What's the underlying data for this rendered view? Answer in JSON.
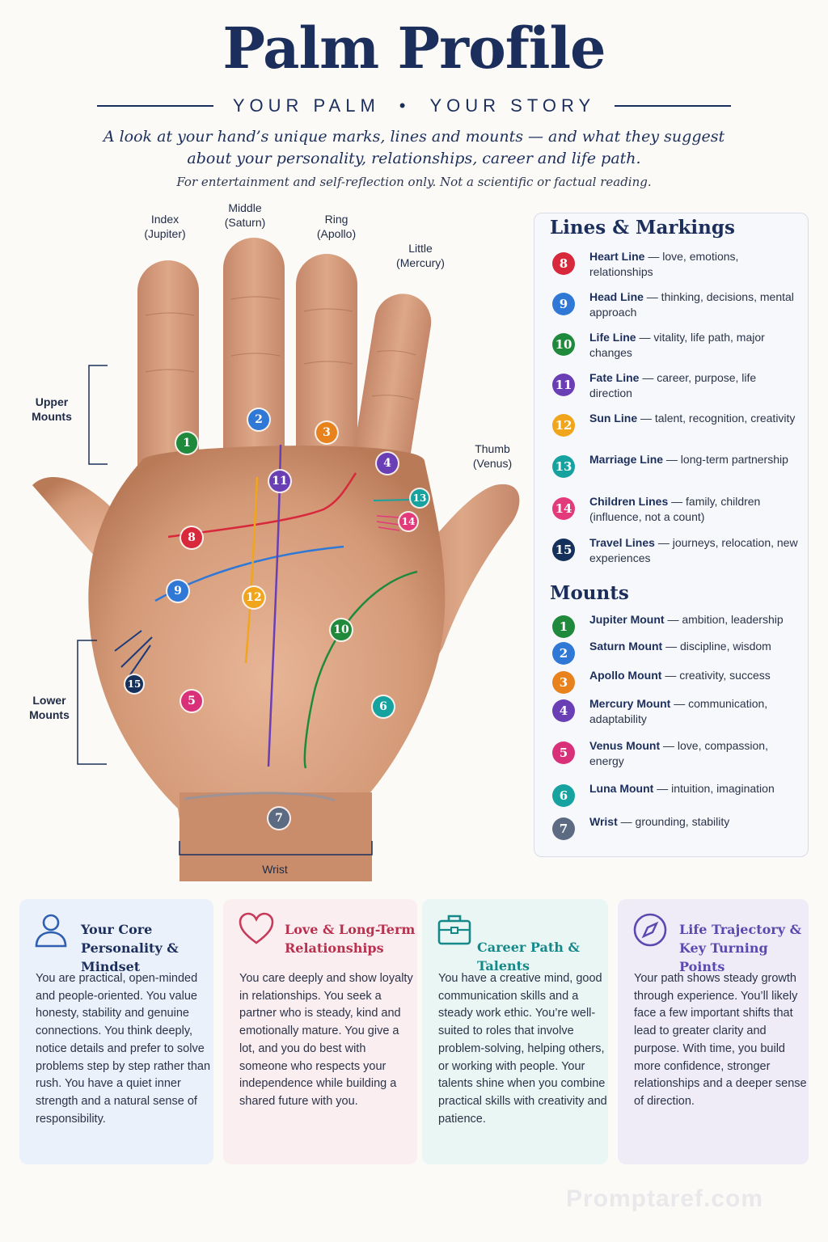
{
  "header": {
    "title": "Palm Profile",
    "subtitle_left": "YOUR PALM",
    "subtitle_sep": "•",
    "subtitle_right": "YOUR STORY",
    "intro_line1": "A look at your hand’s unique marks, lines and mounts — and what they suggest",
    "intro_line2": "about your personality, relationships, career and life path.",
    "disclaimer": "For entertainment and self-reflection only. Not a scientific or factual reading."
  },
  "hand": {
    "labels": {
      "index_1": "Index",
      "index_2": "(Jupiter)",
      "middle_1": "Middle",
      "middle_2": "(Saturn)",
      "ring_1": "Ring",
      "ring_2": "(Apollo)",
      "little_1": "Little",
      "little_2": "(Mercury)",
      "thumb_1": "Thumb",
      "thumb_2": "(Venus)",
      "upper_1": "Upper",
      "upper_2": "Mounts",
      "lower_1": "Lower",
      "lower_2": "Mounts",
      "wrist": "Wrist"
    },
    "markers": [
      {
        "n": "1",
        "color": "#1f8a3c"
      },
      {
        "n": "2",
        "color": "#2f78d6"
      },
      {
        "n": "3",
        "color": "#e8821c"
      },
      {
        "n": "4",
        "color": "#6a3fb5"
      },
      {
        "n": "5",
        "color": "#d8317a"
      },
      {
        "n": "6",
        "color": "#16a3a0"
      },
      {
        "n": "7",
        "color": "#5c6b82"
      },
      {
        "n": "8",
        "color": "#d8283c"
      },
      {
        "n": "9",
        "color": "#2f78d6"
      },
      {
        "n": "10",
        "color": "#1f8a3c"
      },
      {
        "n": "11",
        "color": "#6a3fb5"
      },
      {
        "n": "12",
        "color": "#f0a51c"
      },
      {
        "n": "13",
        "color": "#16a3a0"
      },
      {
        "n": "14",
        "color": "#e23a7a"
      },
      {
        "n": "15",
        "color": "#16305c"
      }
    ]
  },
  "legend": {
    "lines_heading": "Lines & Markings",
    "lines": [
      {
        "n": "8",
        "color": "#d8283c",
        "name": "Heart Line",
        "desc": "— love, emotions, relationships"
      },
      {
        "n": "9",
        "color": "#2f78d6",
        "name": "Head Line",
        "desc": "— thinking, decisions, mental approach"
      },
      {
        "n": "10",
        "color": "#1f8a3c",
        "name": "Life Line",
        "desc": "— vitality, life path, major changes"
      },
      {
        "n": "11",
        "color": "#6a3fb5",
        "name": "Fate Line",
        "desc": "— career, purpose, life direction"
      },
      {
        "n": "12",
        "color": "#f0a51c",
        "name": "Sun Line",
        "desc": "— talent, recognition, creativity"
      },
      {
        "n": "13",
        "color": "#16a3a0",
        "name": "Marriage Line",
        "desc": "— long-term partnership"
      },
      {
        "n": "14",
        "color": "#e23a7a",
        "name": "Children Lines",
        "desc": "— family, children (influence, not a count)"
      },
      {
        "n": "15",
        "color": "#16305c",
        "name": "Travel Lines",
        "desc": "— journeys, relocation, new experiences"
      }
    ],
    "mounts_heading": "Mounts",
    "mounts": [
      {
        "n": "1",
        "color": "#1f8a3c",
        "name": "Jupiter Mount",
        "desc": "— ambition, leadership"
      },
      {
        "n": "2",
        "color": "#2f78d6",
        "name": "Saturn Mount",
        "desc": "— discipline, wisdom"
      },
      {
        "n": "3",
        "color": "#e8821c",
        "name": "Apollo Mount",
        "desc": "— creativity, success"
      },
      {
        "n": "4",
        "color": "#6a3fb5",
        "name": "Mercury Mount",
        "desc": "— communication, adaptability"
      },
      {
        "n": "5",
        "color": "#d8317a",
        "name": "Venus Mount",
        "desc": "— love, compassion, energy"
      },
      {
        "n": "6",
        "color": "#16a3a0",
        "name": "Luna Mount",
        "desc": "— intuition, imagination"
      },
      {
        "n": "7",
        "color": "#5c6b82",
        "name": "Wrist",
        "desc": "— grounding, stability"
      }
    ]
  },
  "cards": [
    {
      "title": "Your Core Personality & Mindset",
      "color": "#1c2f5c",
      "bg": "#eaf1fb",
      "icon": "person-icon",
      "body": "You are practical, open-minded and people-oriented. You value honesty, stability and genuine connections. You think deeply, notice details and prefer to solve problems step by step rather than rush. You have a quiet inner strength and a natural sense of responsibility."
    },
    {
      "title": "Love & Long-Term Relationships",
      "color": "#b8324f",
      "bg": "#fbeef0",
      "icon": "heart-icon",
      "body": "You care deeply and show loyalty in relationships. You seek a partner who is steady, kind and emotionally mature. You give a lot, and you do best with someone who respects your independence while building a shared future with you."
    },
    {
      "title": "Career Path & Talents",
      "color": "#15898a",
      "bg": "#e9f6f4",
      "icon": "briefcase-icon",
      "body": "You have a creative mind, good communication skills and a steady work ethic. You’re well-suited to roles that involve problem-solving, helping others, or working with people. Your talents shine when you combine practical skills with creativity and patience."
    },
    {
      "title": "Life Trajectory & Key Turning Points",
      "color": "#5a4ab0",
      "bg": "#efecf8",
      "icon": "compass-icon",
      "body": "Your path shows steady growth through experience. You’ll likely face a few important shifts that lead to greater clarity and purpose. With time, you build more confidence, stronger relationships and a deeper sense of direction."
    }
  ],
  "watermark": "Promptaref.com"
}
